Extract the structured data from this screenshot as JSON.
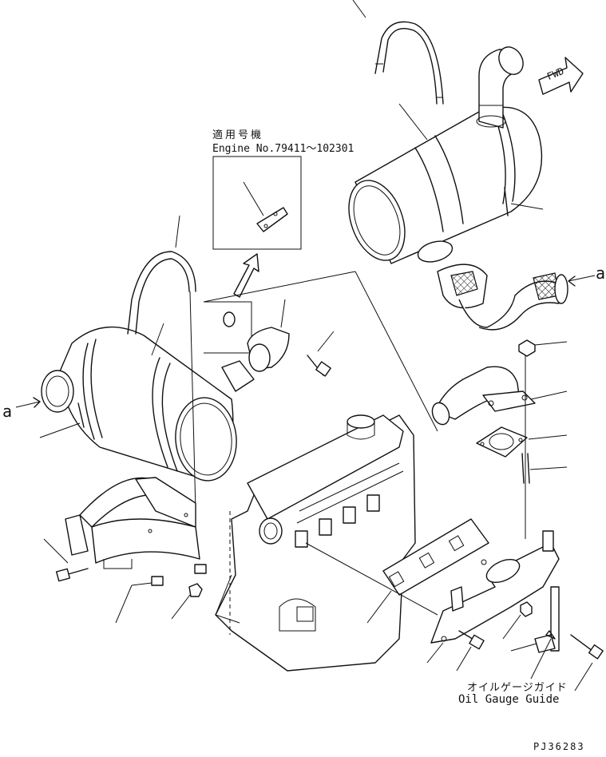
{
  "labels": {
    "applicable_model_jp": "適用号機",
    "engine_number": "Engine No.79411～102301",
    "oil_gauge_guide_jp": "オイルゲージガイド",
    "oil_gauge_guide_en": "Oil Gauge Guide",
    "fwd_arrow": "FWD",
    "ref_a_right": "a",
    "ref_a_left": "a",
    "drawing_number": "PJ36283"
  }
}
